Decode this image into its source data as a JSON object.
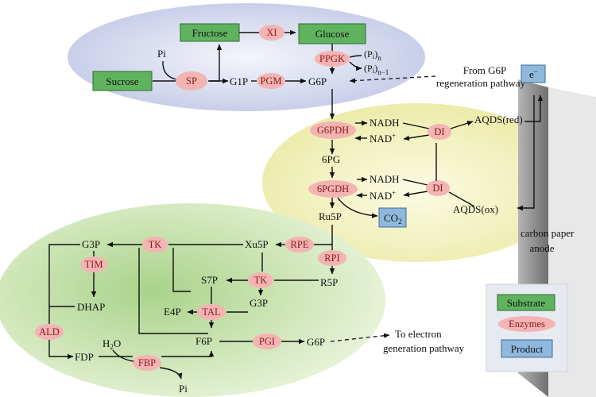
{
  "substrates": {
    "fructose": "Fructose",
    "glucose": "Glucose",
    "sucrose": "Sucrose"
  },
  "enzymes": {
    "xi": "XI",
    "ppgk": "PPGK",
    "sp": "SP",
    "pgm": "PGM",
    "g6pdh": "G6PDH",
    "di1": "DI",
    "pgdh6": "6PGDH",
    "di2": "DI",
    "tk1": "TK",
    "rpe": "RPE",
    "rpi": "RPI",
    "tim": "TIM",
    "tk2": "TK",
    "tal": "TAL",
    "ald": "ALD",
    "pgi": "PGI",
    "fbp": "FBP"
  },
  "products": {
    "e": "e",
    "e_sup": "−",
    "co2": "CO",
    "co2_sub": "2"
  },
  "metabolites": {
    "pi_top": "Pi",
    "pn": "(P",
    "pn_i": "i",
    "pn_close": ")",
    "pn_sub": "n",
    "pn1": "(P",
    "pn1_i": "i",
    "pn1_close": ")",
    "pn1_sub": "n−1",
    "g1p": "G1P",
    "g6p_top": "G6P",
    "nadh1": "NADH",
    "nad1": "NAD",
    "nad1_sup": "+",
    "aqds_red": "AQDS(red)",
    "pg6": "6PG",
    "nadh2": "NADH",
    "nad2": "NAD",
    "nad2_sup": "+",
    "aqds_ox": "AQDS(ox)",
    "ru5p": "Ru5P",
    "g3p_left": "G3P",
    "xu5p": "Xu5P",
    "s7p": "S7P",
    "r5p": "R5P",
    "dhap": "DHAP",
    "e4p": "E4P",
    "g3p_mid": "G3P",
    "f6p": "F6P",
    "g6p_bottom": "G6P",
    "h2o_h": "H",
    "h2o_2": "2",
    "h2o_o": "O",
    "fdp": "FDP",
    "pi_bottom": "Pi"
  },
  "annotations": {
    "from_g6p_1": "From G6P",
    "from_g6p_2": "regeneration pathway",
    "to_electron_1": "To electron",
    "to_electron_2": "generation pathway",
    "carbon_paper_1": "carbon paper",
    "carbon_paper_2": "anode"
  },
  "legend": {
    "substrate": "Substrate",
    "enzymes": "Enzymes",
    "product": "Product"
  },
  "colors": {
    "substrate_fill": "#5fb35f",
    "enzyme_fill": "#f4b4b4",
    "product_fill": "#8fb8dc",
    "region_top": "#dfe3f3",
    "region_mid": "#f4f3c4",
    "region_bottom": "#d9ebbd"
  }
}
